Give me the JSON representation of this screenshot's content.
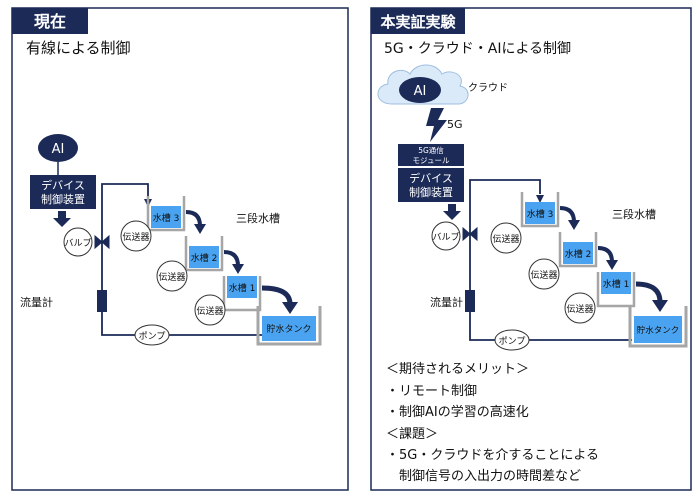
{
  "colors": {
    "navy": "#1b2a57",
    "tank_blue": "#4aa3f0",
    "frame_gray": "#a6a6a6",
    "arrow_navy": "#1b2a57"
  },
  "left": {
    "header": "現在",
    "subtitle": "有線による制御",
    "ai": "AI",
    "device_line1": "デバイス",
    "device_line2": "制御装置",
    "valve": "バルブ",
    "transmitter": "伝送器",
    "tank3": "水槽 3",
    "tank2": "水槽 2",
    "tank1": "水槽 1",
    "storage": "貯水タンク",
    "three_stage": "三段水槽",
    "flowmeter": "流量計",
    "pump": "ポンプ"
  },
  "right": {
    "header": "本実証実験",
    "subtitle": "5G・クラウド・AIによる制御",
    "ai": "AI",
    "cloud": "クラウド",
    "fiveg": "5G",
    "module_line1": "5G通信",
    "module_line2": "モジュール",
    "device_line1": "デバイス",
    "device_line2": "制御装置",
    "valve": "バルブ",
    "transmitter": "伝送器",
    "tank3": "水槽 3",
    "tank2": "水槽 2",
    "tank1": "水槽 1",
    "storage": "貯水タンク",
    "three_stage": "三段水槽",
    "flowmeter": "流量計",
    "pump": "ポンプ",
    "notes": [
      "＜期待されるメリット＞",
      "・リモート制御",
      "・制御AIの学習の高速化",
      "＜課題＞",
      "・5G・クラウドを介することによる",
      "　制御信号の入出力の時間差など"
    ]
  }
}
